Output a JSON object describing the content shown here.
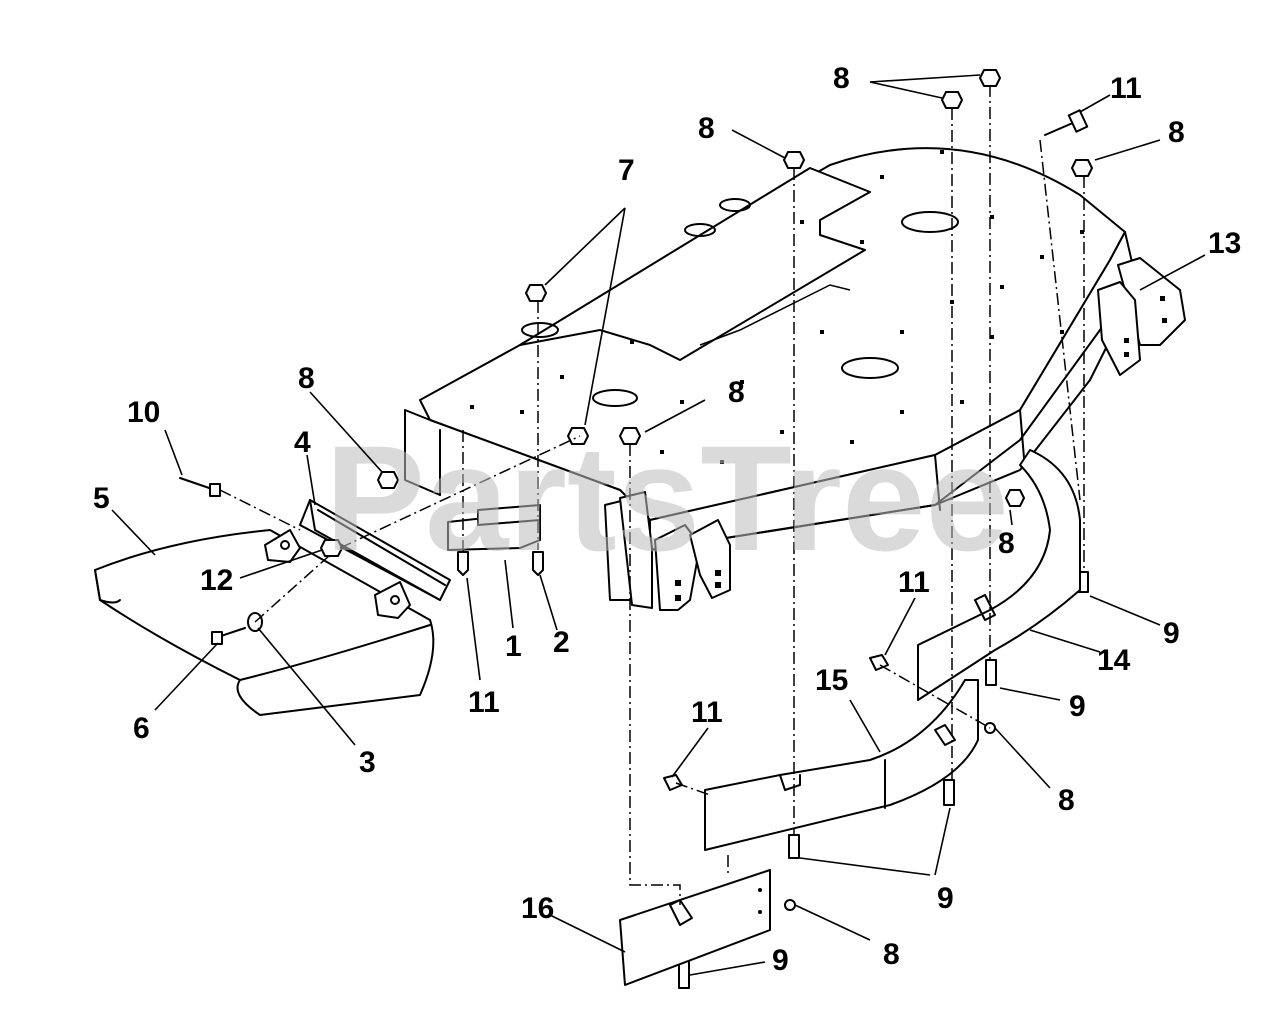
{
  "diagram": {
    "watermark": "PartsTree",
    "callouts": [
      "8",
      "8",
      "11",
      "8",
      "7",
      "13",
      "8",
      "8",
      "10",
      "4",
      "5",
      "12",
      "8",
      "11",
      "9",
      "1",
      "2",
      "15",
      "14",
      "11",
      "6",
      "3",
      "11",
      "9",
      "8",
      "9",
      "16",
      "9",
      "8"
    ]
  }
}
